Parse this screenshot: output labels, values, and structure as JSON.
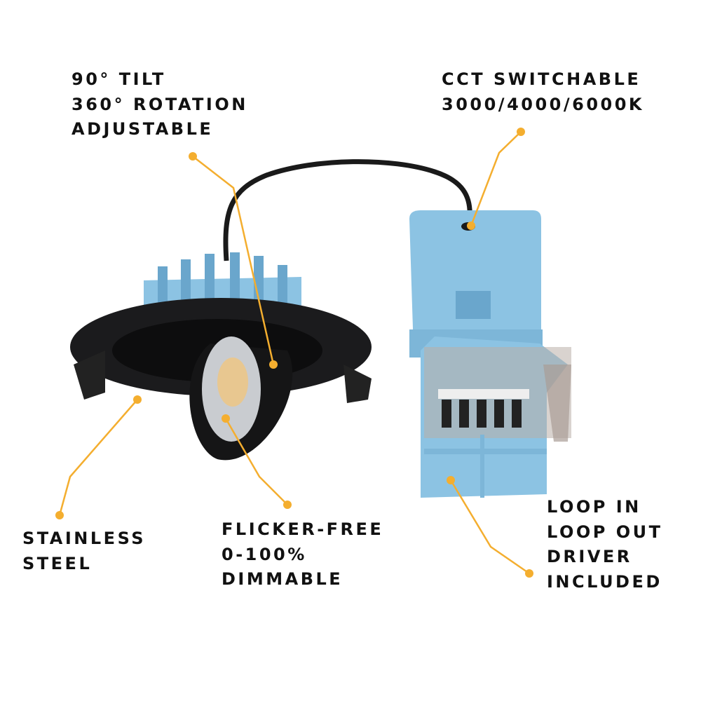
{
  "colors": {
    "accent": "#f4ae2f",
    "housing_blue": "#8cc3e3",
    "fixture_black": "#1b1b1d",
    "text": "#111111"
  },
  "callouts": {
    "tilt": [
      "90° TILT",
      "360° ROTATION",
      "ADJUSTABLE"
    ],
    "cct": [
      "CCT SWITCHABLE",
      "3000/4000/6000K"
    ],
    "material": [
      "STAINLESS",
      "STEEL"
    ],
    "dimming": [
      "FLICKER-FREE",
      "0-100%",
      "DIMMABLE"
    ],
    "driver": [
      "LOOP IN",
      "LOOP OUT",
      "DRIVER",
      "INCLUDED"
    ]
  }
}
